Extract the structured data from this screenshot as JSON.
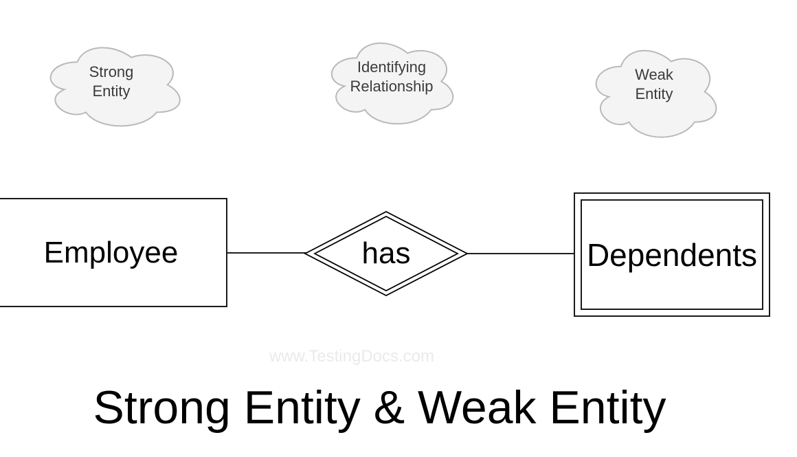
{
  "title": "Strong Entity & Weak Entity",
  "watermark": "www.TestingDocs.com",
  "clouds": [
    {
      "label": "Strong\nEntity"
    },
    {
      "label": "Identifying\nRelationship"
    },
    {
      "label": "Weak\nEntity"
    }
  ],
  "er": {
    "strong_entity": "Employee",
    "relationship": "has",
    "weak_entity": "Dependents"
  },
  "colors": {
    "cloud_fill": "#f4f4f4",
    "cloud_stroke": "#b9b9b9",
    "cloud_text": "#3b3b3b",
    "shape_stroke": "#000000",
    "rect_stroke": "#1a1a1a",
    "watermark_text": "#eaeaec"
  }
}
